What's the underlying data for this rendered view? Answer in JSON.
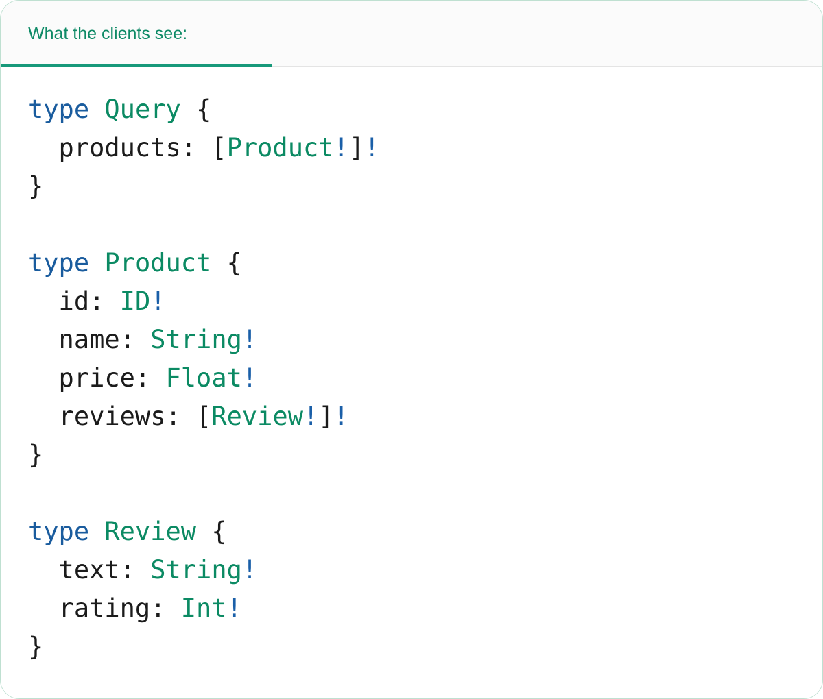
{
  "card": {
    "border_color": "#bfe0d1",
    "background": "#ffffff"
  },
  "header": {
    "tab_label": "What the clients see:",
    "label_color": "#0e8a66",
    "strip_background": "#fbfbfb",
    "active_underline_color": "#17997a",
    "rule_color": "#e4e4e4"
  },
  "syntax_colors": {
    "keyword": "#1a5c9e",
    "typename": "#0b8a63",
    "bang": "#1a5fa8",
    "punctuation": "#1b1b1b",
    "field": "#1b1b1b"
  },
  "code": {
    "language": "graphql",
    "raw": "type Query {\n  products: [Product!]!\n}\n\ntype Product {\n  id: ID!\n  name: String!\n  price: Float!\n  reviews: [Review!]!\n}\n\ntype Review {\n  text: String!\n  rating: Int!\n}",
    "lines": [
      {
        "tokens": [
          {
            "t": "keyword",
            "v": "type"
          },
          {
            "t": "punct",
            "v": " "
          },
          {
            "t": "typename",
            "v": "Query"
          },
          {
            "t": "punct",
            "v": " {"
          }
        ]
      },
      {
        "tokens": [
          {
            "t": "field",
            "v": "  products:"
          },
          {
            "t": "punct",
            "v": " "
          },
          {
            "t": "punct",
            "v": "["
          },
          {
            "t": "typename",
            "v": "Product"
          },
          {
            "t": "bang",
            "v": "!"
          },
          {
            "t": "punct",
            "v": "]"
          },
          {
            "t": "bang",
            "v": "!"
          }
        ]
      },
      {
        "tokens": [
          {
            "t": "punct",
            "v": "}"
          }
        ]
      },
      {
        "tokens": []
      },
      {
        "tokens": [
          {
            "t": "keyword",
            "v": "type"
          },
          {
            "t": "punct",
            "v": " "
          },
          {
            "t": "typename",
            "v": "Product"
          },
          {
            "t": "punct",
            "v": " {"
          }
        ]
      },
      {
        "tokens": [
          {
            "t": "field",
            "v": "  id:"
          },
          {
            "t": "punct",
            "v": " "
          },
          {
            "t": "typename",
            "v": "ID"
          },
          {
            "t": "bang",
            "v": "!"
          }
        ]
      },
      {
        "tokens": [
          {
            "t": "field",
            "v": "  name:"
          },
          {
            "t": "punct",
            "v": " "
          },
          {
            "t": "typename",
            "v": "String"
          },
          {
            "t": "bang",
            "v": "!"
          }
        ]
      },
      {
        "tokens": [
          {
            "t": "field",
            "v": "  price:"
          },
          {
            "t": "punct",
            "v": " "
          },
          {
            "t": "typename",
            "v": "Float"
          },
          {
            "t": "bang",
            "v": "!"
          }
        ]
      },
      {
        "tokens": [
          {
            "t": "field",
            "v": "  reviews:"
          },
          {
            "t": "punct",
            "v": " "
          },
          {
            "t": "punct",
            "v": "["
          },
          {
            "t": "typename",
            "v": "Review"
          },
          {
            "t": "bang",
            "v": "!"
          },
          {
            "t": "punct",
            "v": "]"
          },
          {
            "t": "bang",
            "v": "!"
          }
        ]
      },
      {
        "tokens": [
          {
            "t": "punct",
            "v": "}"
          }
        ]
      },
      {
        "tokens": []
      },
      {
        "tokens": [
          {
            "t": "keyword",
            "v": "type"
          },
          {
            "t": "punct",
            "v": " "
          },
          {
            "t": "typename",
            "v": "Review"
          },
          {
            "t": "punct",
            "v": " {"
          }
        ]
      },
      {
        "tokens": [
          {
            "t": "field",
            "v": "  text:"
          },
          {
            "t": "punct",
            "v": " "
          },
          {
            "t": "typename",
            "v": "String"
          },
          {
            "t": "bang",
            "v": "!"
          }
        ]
      },
      {
        "tokens": [
          {
            "t": "field",
            "v": "  rating:"
          },
          {
            "t": "punct",
            "v": " "
          },
          {
            "t": "typename",
            "v": "Int"
          },
          {
            "t": "bang",
            "v": "!"
          }
        ]
      },
      {
        "tokens": [
          {
            "t": "punct",
            "v": "}"
          }
        ]
      }
    ]
  }
}
